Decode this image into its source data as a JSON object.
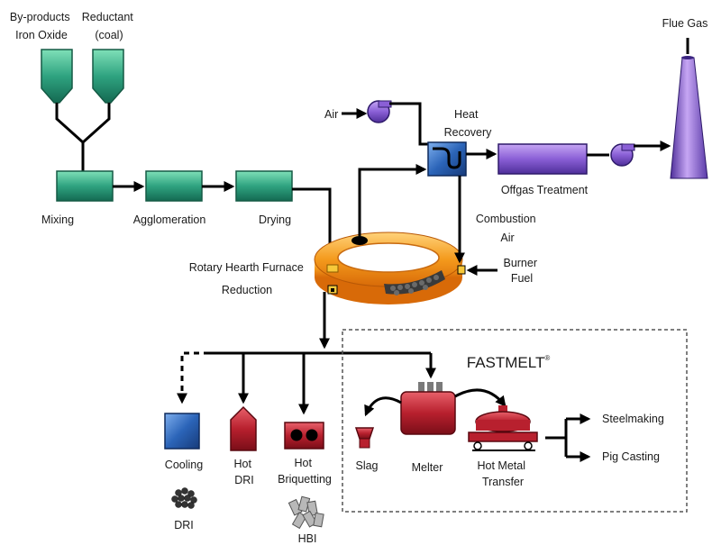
{
  "inputs": {
    "byproducts": [
      "By-products",
      "Iron Oxide"
    ],
    "reductant": [
      "Reductant",
      "(coal)"
    ]
  },
  "process": {
    "mixing": "Mixing",
    "agglomeration": "Agglomeration",
    "drying": "Drying",
    "furnace": [
      "Rotary Hearth Furnace",
      "Reduction"
    ]
  },
  "gas": {
    "air": "Air",
    "heat_recovery": [
      "Heat",
      "Recovery"
    ],
    "offgas": "Offgas Treatment",
    "flue_gas": "Flue Gas",
    "combustion_air": [
      "Combustion",
      "Air"
    ],
    "burner_fuel": [
      "Burner",
      "Fuel"
    ]
  },
  "products": {
    "cooling": "Cooling",
    "dri_product": "DRI",
    "hot_dri": [
      "Hot",
      "DRI"
    ],
    "hot_briquetting": [
      "Hot",
      "Briquetting"
    ],
    "hbi": "HBI"
  },
  "fastmelt": {
    "title": "FASTMELT",
    "mark": "®",
    "slag": "Slag",
    "melter": "Melter",
    "hot_metal_transfer": [
      "Hot Metal",
      "Transfer"
    ],
    "steelmaking": "Steelmaking",
    "pig_casting": "Pig Casting"
  },
  "colors": {
    "green_box": "#2fa380",
    "blue_unit": "#2b64b8",
    "purple_unit": "#8a5fd6",
    "red_unit": "#b8202e",
    "furnace_orange": "#f49a1c"
  }
}
